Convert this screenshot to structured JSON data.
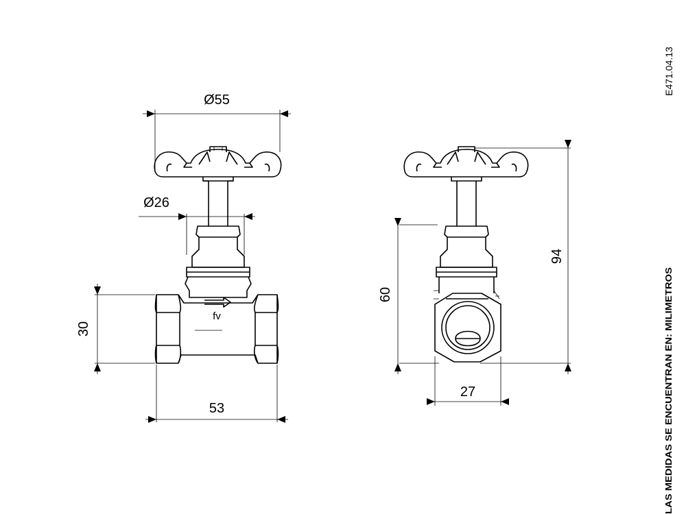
{
  "drawing_code": "E471.04.13",
  "units_note": "LAS MEDIDAS SE ENCUENTRAN EN: MILIMETROS",
  "brand_mark": "fv",
  "dimensions": {
    "handwheel_diameter": "Ø55",
    "bonnet_diameter": "Ø26",
    "body_height": "30",
    "body_length": "53",
    "axis_height": "60",
    "total_height": "94",
    "hex_width": "27"
  }
}
